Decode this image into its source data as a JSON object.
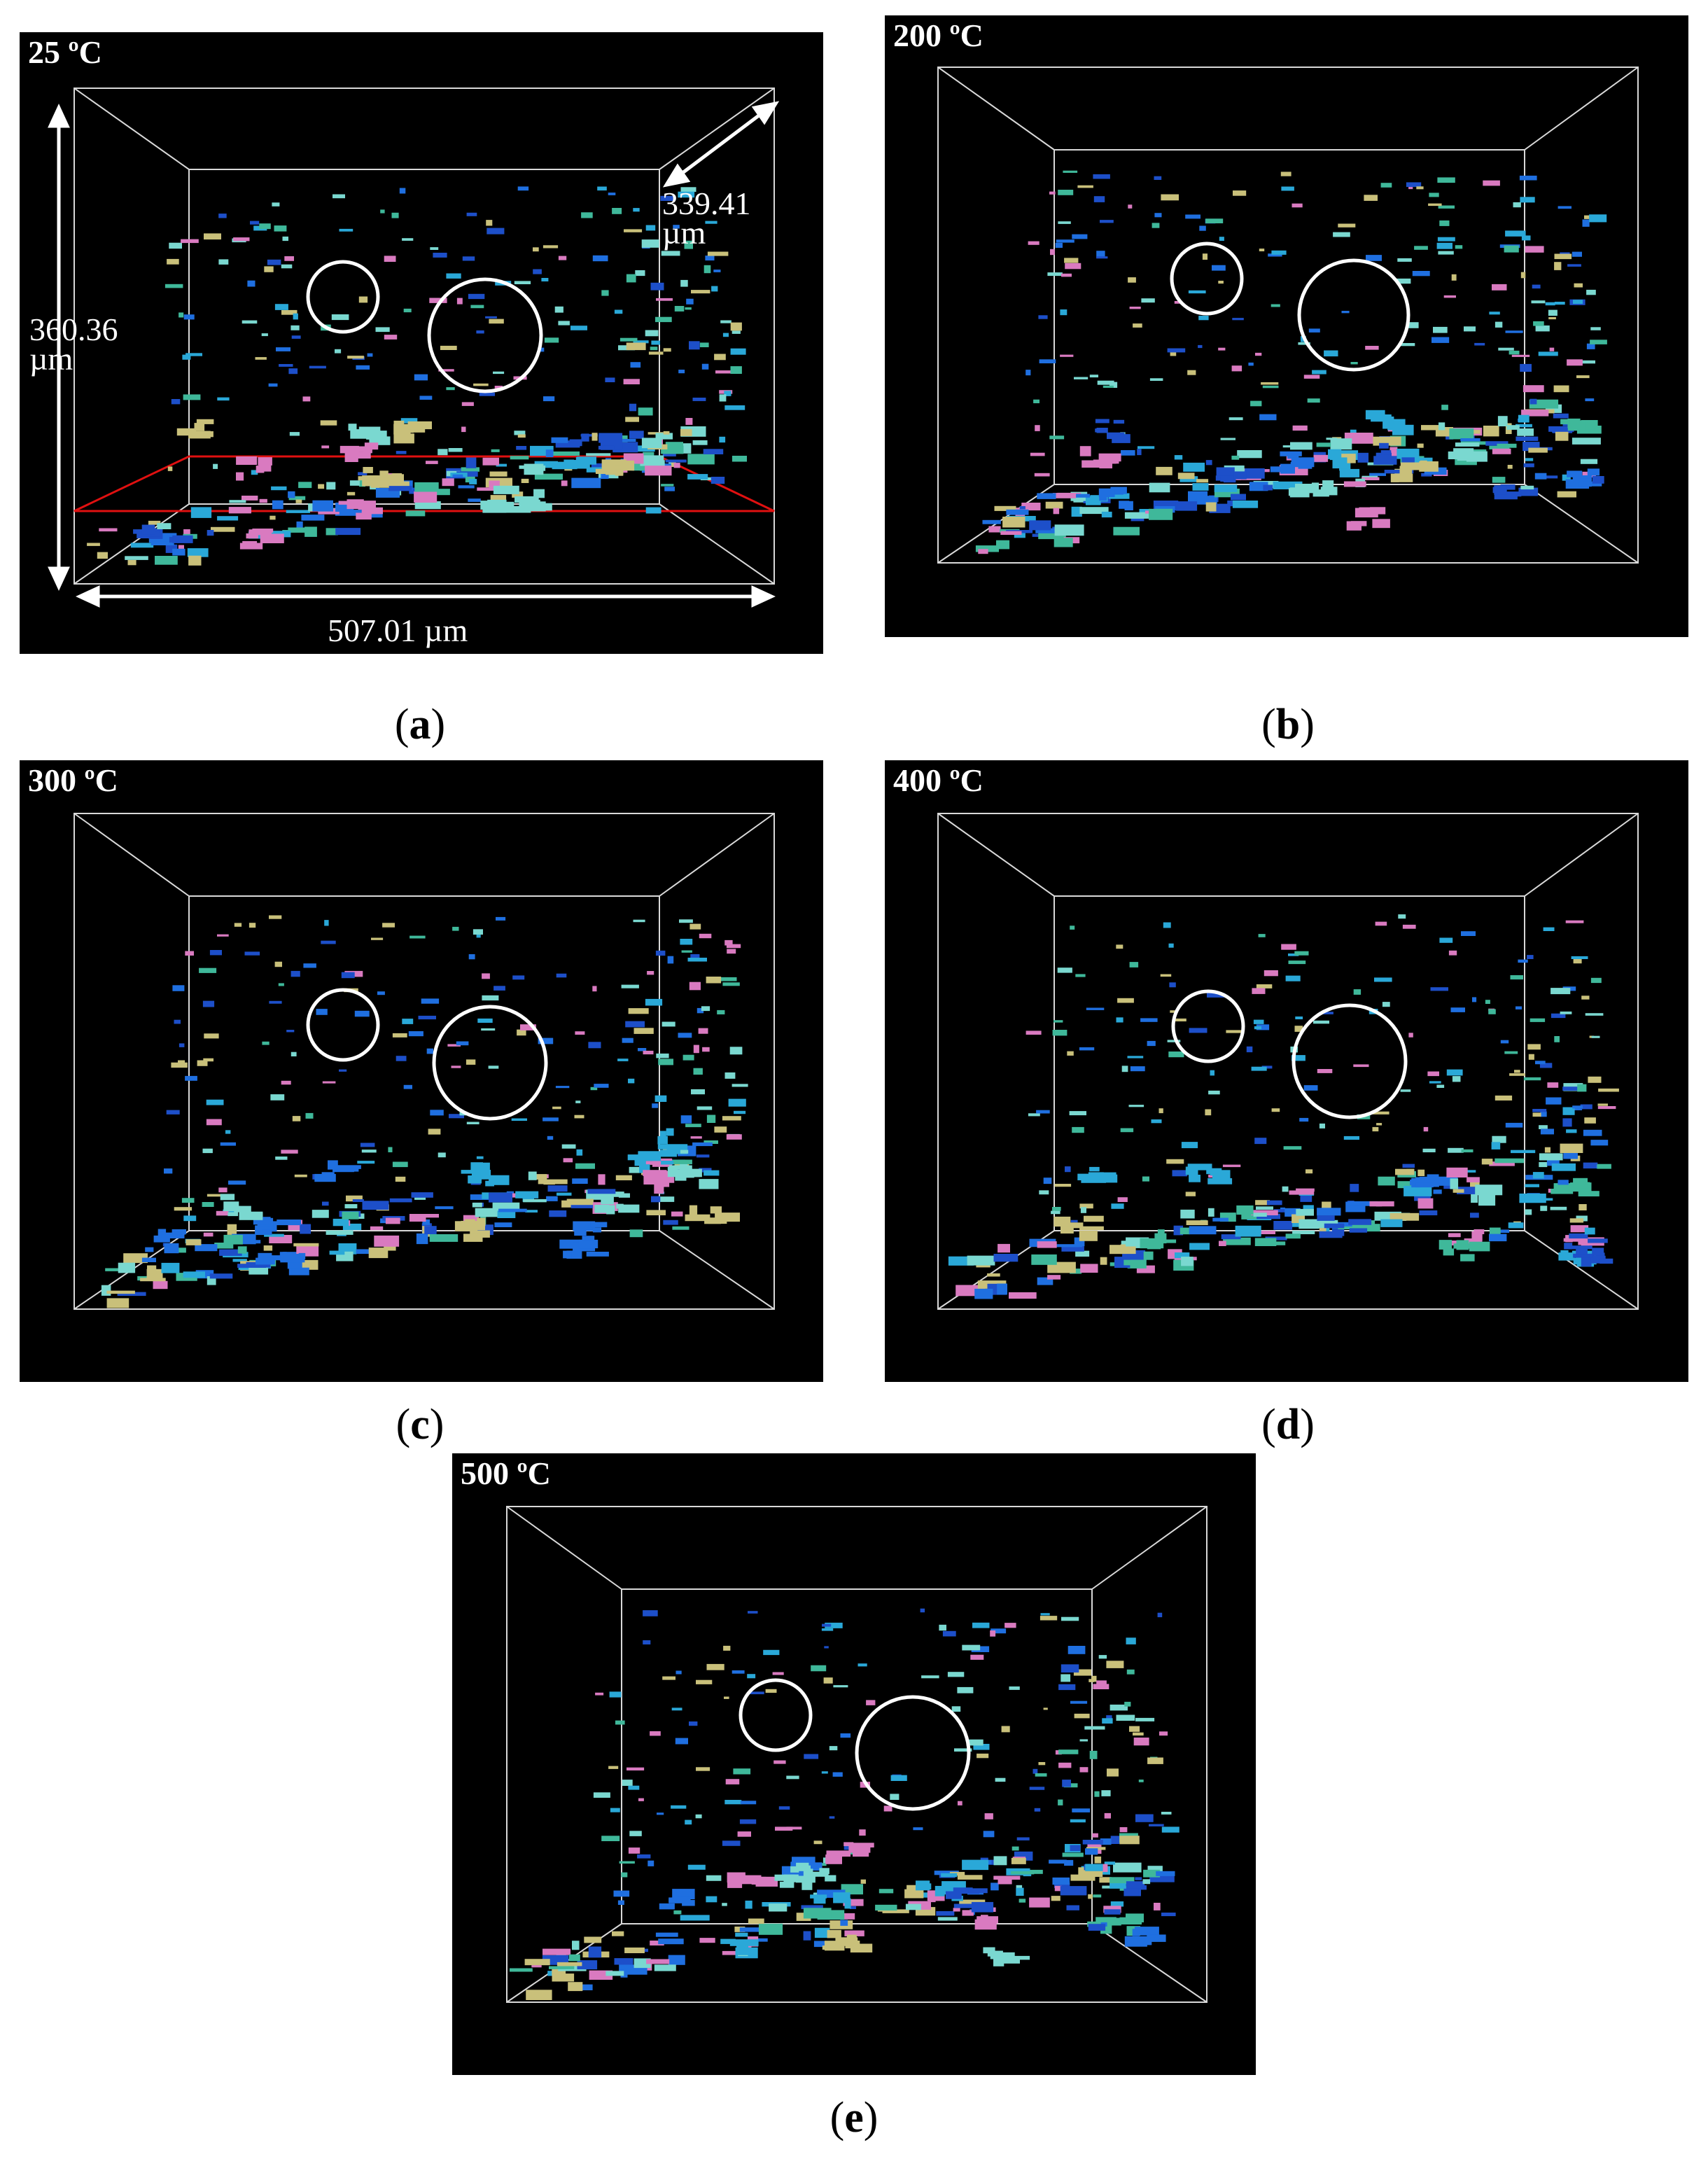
{
  "panels": [
    {
      "id": "a",
      "temperature": "25 ºC",
      "caption_letter": "a",
      "dimensions": {
        "height_value": "360.36",
        "height_unit": "µm",
        "depth_value": "339.41",
        "depth_unit": "µm",
        "width_label": "507.01 µm"
      }
    },
    {
      "id": "b",
      "temperature": "200 ºC",
      "caption_letter": "b"
    },
    {
      "id": "c",
      "temperature": "300 ºC",
      "caption_letter": "c"
    },
    {
      "id": "d",
      "temperature": "400 ºC",
      "caption_letter": "d"
    },
    {
      "id": "e",
      "temperature": "500 ºC",
      "caption_letter": "e"
    }
  ],
  "colors": {
    "background": "#000000",
    "frame": "#d9d9d9",
    "slice_plane": "#e01010",
    "pores": [
      "#1f6fe0",
      "#2aa8d8",
      "#3fb89a",
      "#c9c07a",
      "#d97ac0",
      "#7ad8d0",
      "#1d4fc9"
    ]
  }
}
